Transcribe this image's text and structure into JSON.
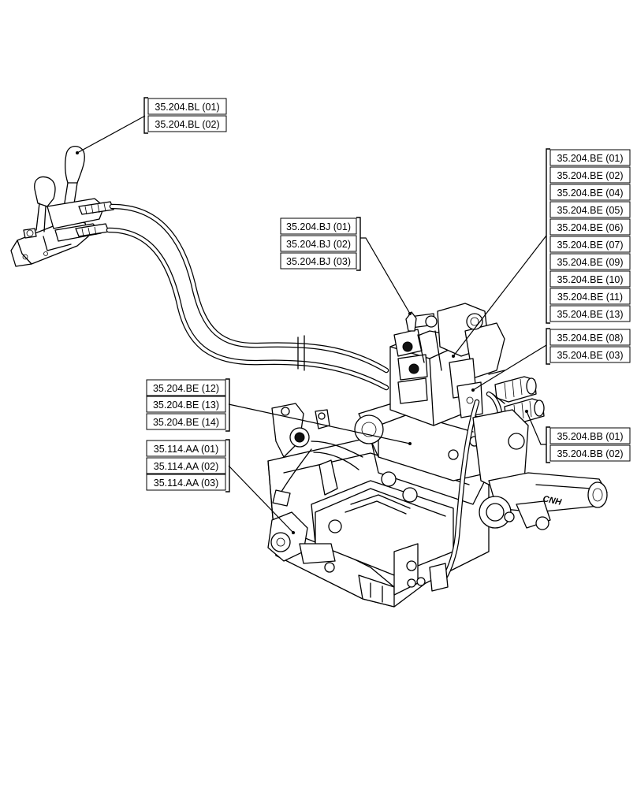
{
  "groups": [
    {
      "id": "bl",
      "labels": [
        "35.204.BL (01)",
        "35.204.BL (02)"
      ]
    },
    {
      "id": "be_top",
      "labels": [
        "35.204.BE (01)",
        "35.204.BE (02)",
        "35.204.BE (04)",
        "35.204.BE (05)",
        "35.204.BE (06)",
        "35.204.BE (07)",
        "35.204.BE (09)",
        "35.204.BE (10)",
        "35.204.BE (11)",
        "35.204.BE (13)"
      ]
    },
    {
      "id": "bj",
      "labels": [
        "35.204.BJ (01)",
        "35.204.BJ (02)",
        "35.204.BJ (03)"
      ]
    },
    {
      "id": "be_mid",
      "labels": [
        "35.204.BE (08)",
        "35.204.BE (03)"
      ]
    },
    {
      "id": "be_left",
      "labels": [
        "35.204.BE (12)",
        "35.204.BE (13)",
        "35.204.BE (14)"
      ]
    },
    {
      "id": "bb",
      "labels": [
        "35.204.BB (01)",
        "35.204.BB (02)"
      ]
    },
    {
      "id": "aa",
      "labels": [
        "35.114.AA (01)",
        "35.114.AA (02)",
        "35.114.AA (03)"
      ]
    }
  ],
  "brand_mark": "CNH"
}
